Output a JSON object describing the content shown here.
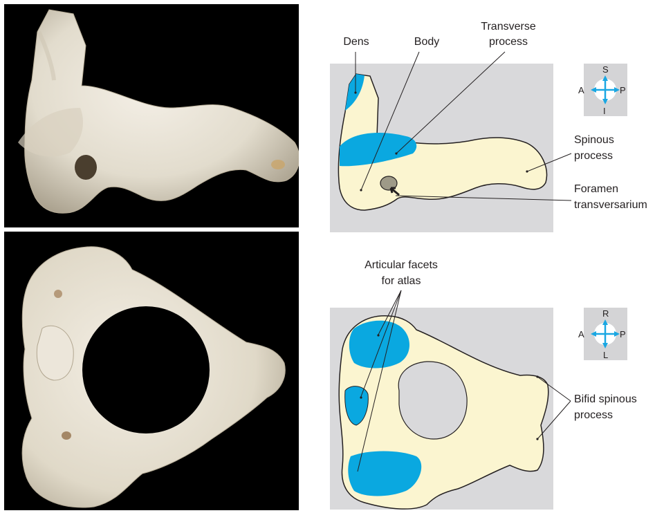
{
  "labels": {
    "dens": "Dens",
    "body": "Body",
    "transverse_line1": "Transverse",
    "transverse_line2": "process",
    "spinous_line1": "Spinous",
    "spinous_line2": "process",
    "foramen_line1": "Foramen",
    "foramen_line2": "transversarium",
    "articular_line1": "Articular facets",
    "articular_line2": "for atlas",
    "bifid_line1": "Bifid spinous",
    "bifid_line2": "process"
  },
  "orientation_top": {
    "top": "S",
    "bottom": "I",
    "left": "A",
    "right": "P"
  },
  "orientation_bottom": {
    "top": "R",
    "bottom": "L",
    "left": "A",
    "right": "P"
  },
  "colors": {
    "facet_blue": "#0aa8e0",
    "bone_cream": "#fbf5d0",
    "panel_gray": "#d9d9db",
    "arrow_blue": "#1aa7e2",
    "photo_bg": "#000000",
    "bone_photo": "#e8e2d4"
  }
}
